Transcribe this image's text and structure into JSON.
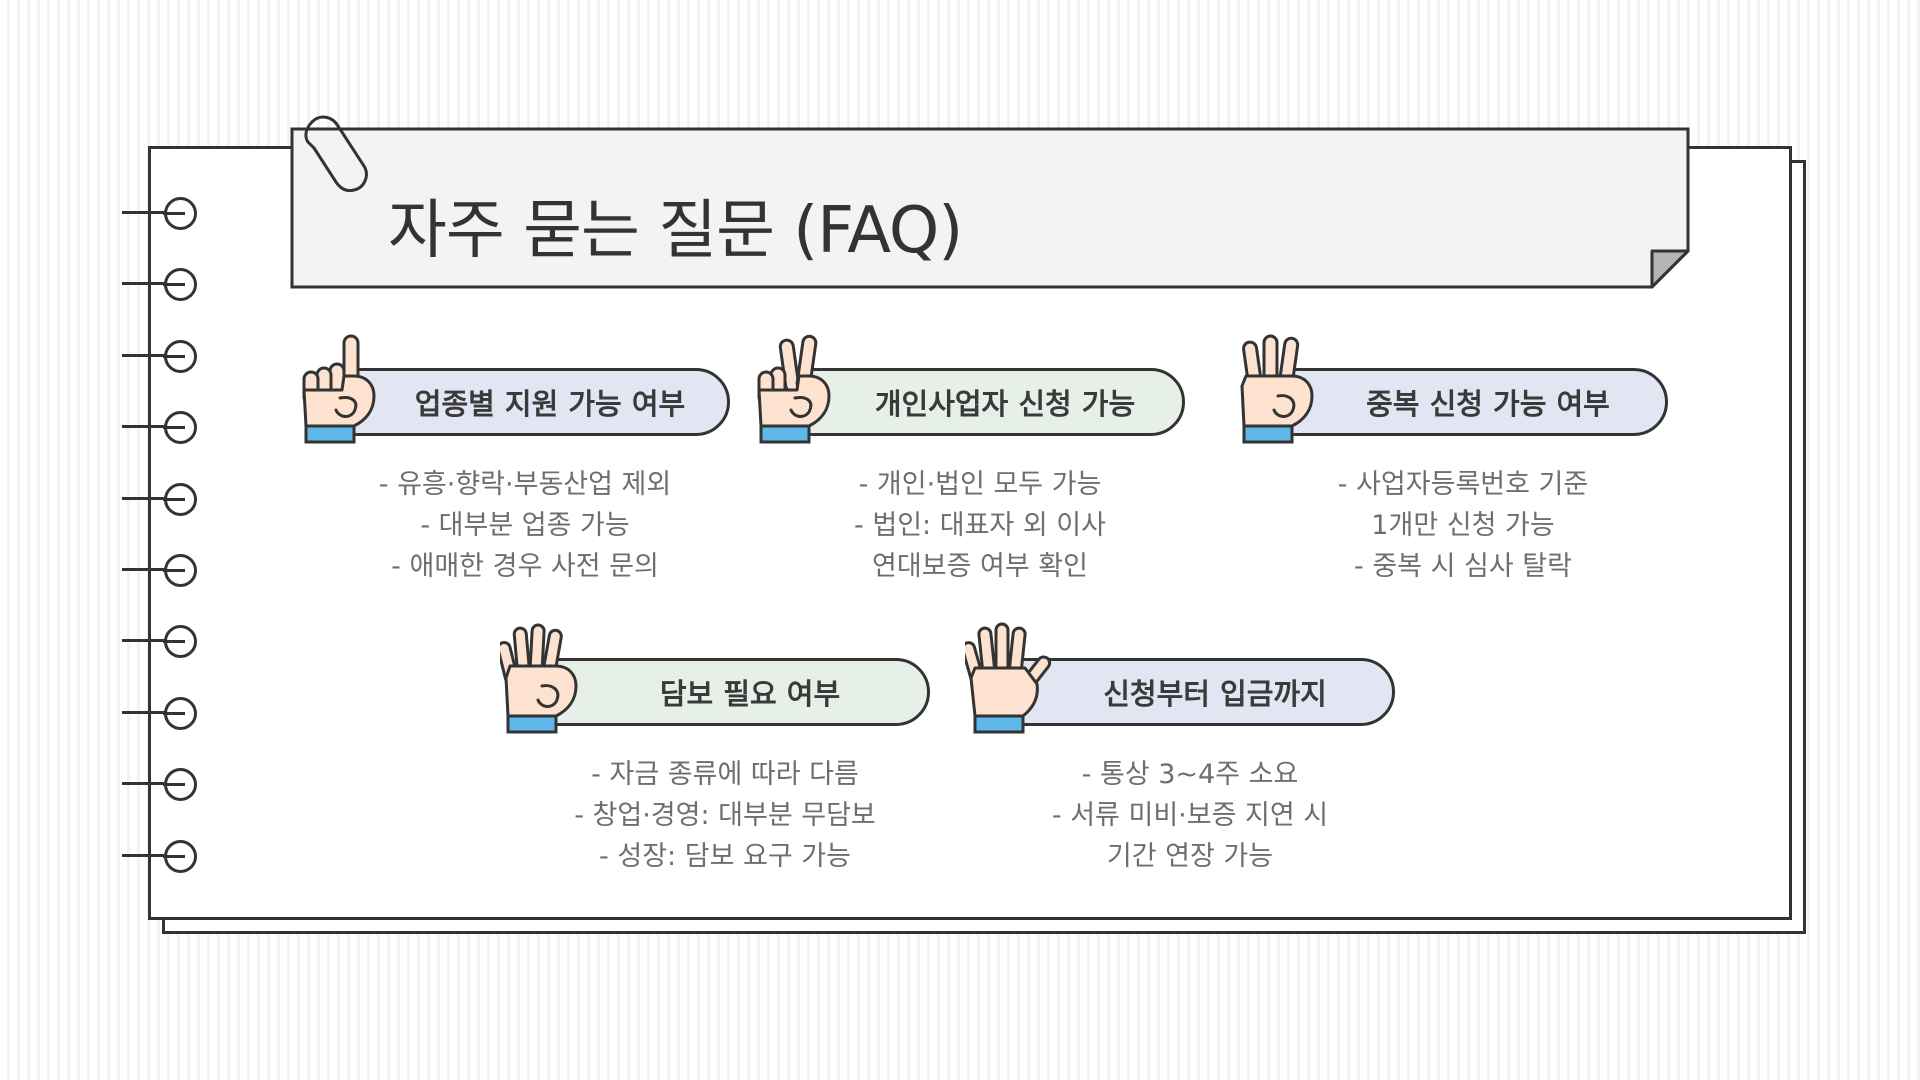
{
  "title": "자주 묻는 질문 (FAQ)",
  "colors": {
    "pill_blue": "#e2e6f3",
    "pill_green": "#e6f0e8",
    "skin": "#fde3cf",
    "cuff": "#5fb6e8",
    "outline": "#333333"
  },
  "faqs": [
    {
      "icon": "hand-one-finger-icon",
      "title": "업종별 지원 가능 여부",
      "lines": [
        "- 유흥·향락·부동산업 제외",
        "- 대부분 업종 가능",
        "- 애매한 경우 사전 문의"
      ]
    },
    {
      "icon": "hand-two-fingers-icon",
      "title": "개인사업자 신청 가능",
      "lines": [
        "- 개인·법인 모두 가능",
        "- 법인: 대표자 외 이사",
        "연대보증 여부 확인"
      ]
    },
    {
      "icon": "hand-three-fingers-icon",
      "title": "중복 신청 가능 여부",
      "lines": [
        "- 사업자등록번호 기준",
        "1개만 신청 가능",
        "- 중복 시 심사 탈락"
      ]
    },
    {
      "icon": "hand-four-fingers-icon",
      "title": "담보 필요 여부",
      "lines": [
        "- 자금 종류에 따라 다름",
        "- 창업·경영: 대부분 무담보",
        "- 성장: 담보 요구 가능"
      ]
    },
    {
      "icon": "hand-five-fingers-icon",
      "title": "신청부터 입금까지",
      "lines": [
        "- 통상 3~4주 소요",
        "- 서류 미비·보증 지연 시",
        "기간 연장 가능"
      ]
    }
  ]
}
